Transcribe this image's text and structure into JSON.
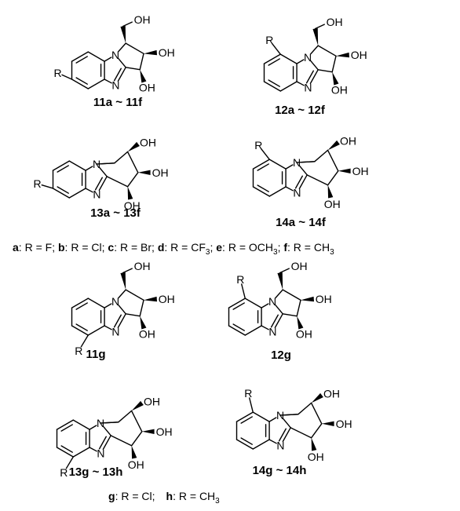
{
  "compounds": [
    {
      "id": "11a-11f",
      "label": "11a ~ 11f",
      "ring": "pyrrolo",
      "r_position": "top-left-6"
    },
    {
      "id": "12a-12f",
      "label": "12a ~ 12f",
      "ring": "pyrrolo",
      "r_position": "top-7"
    },
    {
      "id": "13a-13f",
      "label": "13a ~ 13f",
      "ring": "pyrido",
      "r_position": "left-6"
    },
    {
      "id": "14a-14f",
      "label": "14a ~ 14f",
      "ring": "pyrido",
      "r_position": "top-7"
    },
    {
      "id": "11g",
      "label": "11g",
      "ring": "pyrrolo",
      "r_position": "bottom-4"
    },
    {
      "id": "12g",
      "label": "12g",
      "ring": "pyrrolo",
      "r_position": "top-8"
    },
    {
      "id": "13g-13h",
      "label": "13g ~ 13h",
      "ring": "pyrido",
      "r_position": "bottom-4"
    },
    {
      "id": "14g-14h",
      "label": "14g ~ 14h",
      "ring": "pyrido",
      "r_position": "top-8"
    }
  ],
  "atoms": {
    "N": "N",
    "OH": "OH",
    "R": "R"
  },
  "legend_1": {
    "a_key": "a",
    "a_val": ": R = F; ",
    "b_key": "b",
    "b_val": ": R = Cl; ",
    "c_key": "c",
    "c_val": ": R = Br; ",
    "d_key": "d",
    "d_val": ": R = CF",
    "d_sub": "3",
    "d_end": "; ",
    "e_key": "e",
    "e_val": ": R = OCH",
    "e_sub": "3",
    "e_end": "; ",
    "f_key": "f",
    "f_val": ": R = CH",
    "f_sub": "3"
  },
  "legend_2": {
    "g_key": "g",
    "g_val": ": R = Cl;",
    "h_key": "h",
    "h_val": ": R = CH",
    "h_sub": "3"
  }
}
